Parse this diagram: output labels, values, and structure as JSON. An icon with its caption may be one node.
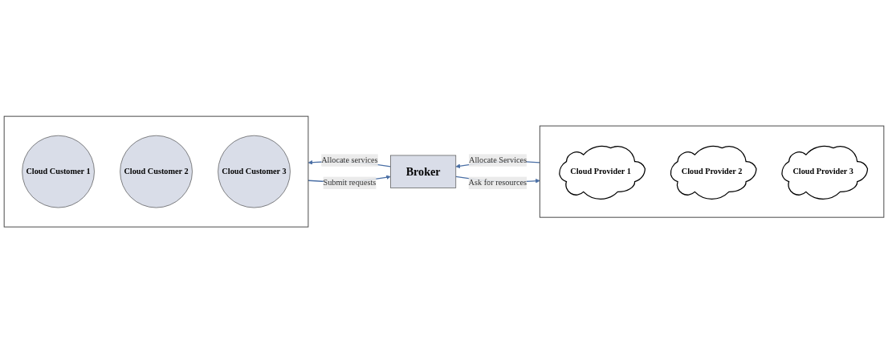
{
  "diagram": {
    "nodes": [
      {
        "text": [],
        "shape": "box"
      },
      {
        "text": [
          "Cloud Customer 1"
        ],
        "in": 0
      },
      {
        "text": [
          "Cloud Customer 2"
        ],
        "in": 0
      },
      {
        "text": [
          "Cloud Customer 3"
        ],
        "in": 0
      },
      {
        "text": [
          "Broker"
        ]
      },
      {
        "text": [],
        "shape": "box"
      },
      {
        "text": [
          "Cloud Provider 1"
        ],
        "in": 5
      },
      {
        "text": [
          "Cloud Provider 2"
        ],
        "in": 5
      },
      {
        "text": [
          "Cloud Provider 3"
        ],
        "in": 5
      }
    ],
    "edges": [
      {
        "from": 0,
        "to": 4,
        "arrow": "to",
        "label": "Submit requests"
      },
      {
        "from": 4,
        "to": 0,
        "arrow": "to",
        "label": "Allocate services"
      },
      {
        "from": 4,
        "to": 5,
        "arrow": "to",
        "label": "Ask for resources"
      },
      {
        "from": 5,
        "to": 4,
        "arrow": "to",
        "label": "Allocate Services"
      }
    ]
  }
}
